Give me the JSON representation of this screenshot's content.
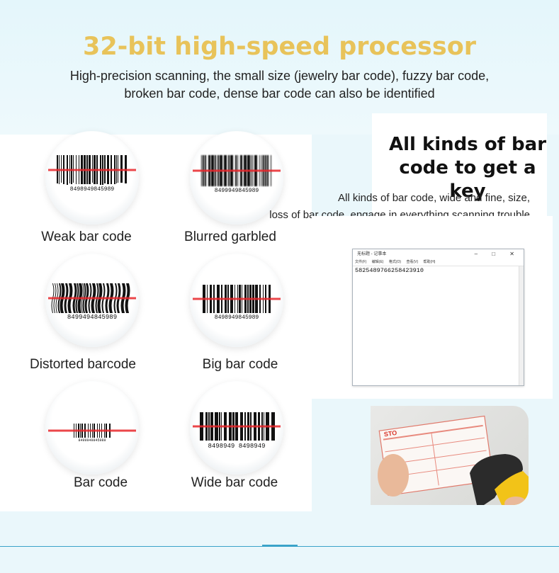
{
  "header": {
    "title": "32-bit high-speed processor",
    "subtitle_line1": "High-precision scanning, the small size (jewelry bar code), fuzzy bar code,",
    "subtitle_line2": "broken bar code, dense bar code can also be identified"
  },
  "barcodes": [
    {
      "caption": "Weak bar code",
      "number": "8498949845989",
      "style": "weak"
    },
    {
      "caption": "Blurred garbled",
      "number": "8499949845989",
      "style": "blurred"
    },
    {
      "caption": "Distorted barcode",
      "number": "8499494845989",
      "style": "distorted"
    },
    {
      "caption": "Big bar code",
      "number": "8498949845989",
      "style": "big"
    },
    {
      "caption": "Bar code",
      "number": "8499949845989",
      "style": "small"
    },
    {
      "caption": "Wide bar code",
      "number": "8498949 8498949",
      "style": "wide"
    }
  ],
  "feature": {
    "title_line1": "All kinds of bar",
    "title_line2": "code to get a key",
    "desc_line1": "All kinds of bar code, wide and fine, size,",
    "desc_line2": "loss of bar code, engage in everything scanning trouble"
  },
  "notepad": {
    "window_title": "无标题 - 记事本",
    "menu": [
      "文件(F)",
      "编辑(E)",
      "格式(O)",
      "查看(V)",
      "帮助(H)"
    ],
    "content": "5825489766258423910",
    "controls": "– □ ✕"
  },
  "photo": {
    "label_brand": "STO"
  },
  "colors": {
    "title": "#e8c35a",
    "scan_line": "#e8262a",
    "accent": "#3aa3c9",
    "scanner_yellow": "#f2c318"
  }
}
